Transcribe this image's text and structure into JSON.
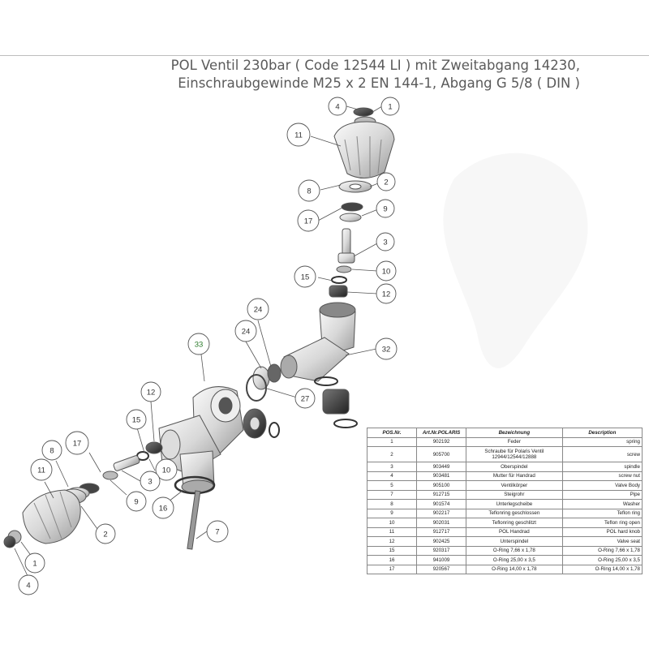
{
  "title": {
    "line1": "POL Ventil  230bar ( Code 12544 LI ) mit Zweitabgang 14230,",
    "line2": "Einschraubgewinde M25 x 2  EN 144-1, Abgang G 5/8 ( DIN )"
  },
  "callouts": {
    "upper_4": "4",
    "upper_1": "1",
    "upper_11": "11",
    "upper_8": "8",
    "upper_2": "2",
    "upper_17": "17",
    "upper_9": "9",
    "upper_3": "3",
    "upper_10": "10",
    "upper_15": "15",
    "upper_12": "12",
    "c24a": "24",
    "c24b": "24",
    "c32": "32",
    "c27": "27",
    "c33": "33",
    "lower_12": "12",
    "lower_15": "15",
    "lower_17": "17",
    "lower_8": "8",
    "lower_11": "11",
    "lower_10": "10",
    "lower_3": "3",
    "lower_9": "9",
    "lower_16": "16",
    "lower_2": "2",
    "c7": "7",
    "lower_1": "1",
    "lower_4": "4"
  },
  "table": {
    "headers": [
      "POS.Nr.",
      "Art.Nr.POLARIS",
      "Bezeichnung",
      "Description"
    ],
    "rows": [
      [
        "1",
        "902192",
        "Feder",
        "spring"
      ],
      [
        "2",
        "905700",
        "Schraube für Polaris Ventil 12944/12544/12888",
        "screw"
      ],
      [
        "3",
        "903449",
        "Oberspindel",
        "spindle"
      ],
      [
        "4",
        "903481",
        "Mutter für Handrad",
        "screw nut"
      ],
      [
        "5",
        "905100",
        "Ventilkörper",
        "Valve Body"
      ],
      [
        "7",
        "912715",
        "Steigrohr",
        "Pipe"
      ],
      [
        "8",
        "901574",
        "Unterlegscheibe",
        "Washer"
      ],
      [
        "9",
        "902217",
        "Teflonring geschlossen",
        "Teflon ring"
      ],
      [
        "10",
        "902031",
        "Teflonring geschlitzt",
        "Teflon ring open"
      ],
      [
        "11",
        "912717",
        "POL Handrad",
        "POL hard knob"
      ],
      [
        "12",
        "902425",
        "Unterspindel",
        "Valve seat"
      ],
      [
        "15",
        "920317",
        "O-Ring 7,66 x 1,78",
        "O-Ring 7,66 x 1,78"
      ],
      [
        "16",
        "941009",
        "O-Ring 25,00 x 3,5",
        "O-Ring 25,00 x 3,5"
      ],
      [
        "17",
        "920567",
        "O-Ring 14,00 x 1,78",
        "O-Ring 14,00 x 1,78"
      ]
    ]
  },
  "colors": {
    "line": "#555555",
    "callout_33_text": "#2a7a2a",
    "rule": "#bdbdbd"
  }
}
